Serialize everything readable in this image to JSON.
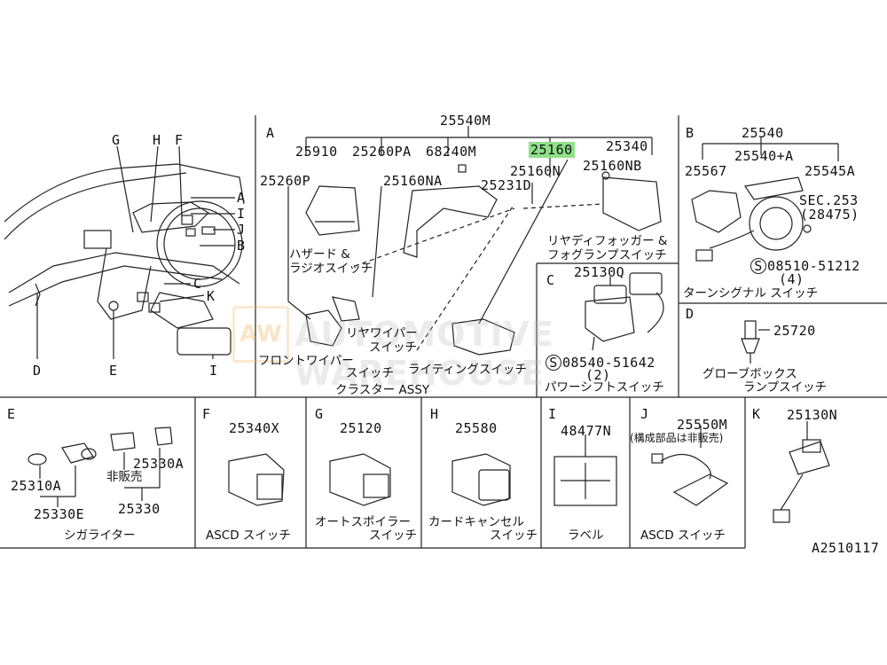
{
  "panels": {
    "main": {
      "side_labels": [
        "G",
        "H",
        "F",
        "A",
        "I",
        "J",
        "B",
        "C",
        "K",
        "D",
        "E",
        "I"
      ]
    },
    "A": {
      "letter": "A",
      "parts": {
        "p25540M": "25540M",
        "p25910": "25910",
        "p25260PA": "25260PA",
        "p68240M": "68240M",
        "p25160": "25160",
        "p25340": "25340",
        "p25260P": "25260P",
        "p25160NA": "25160NA",
        "p25231D": "25231D",
        "p25160N": "25160N",
        "p25160NB": "25160NB"
      },
      "names": {
        "hazard1": "ハザード &",
        "hazard2": "ラジオスイッチ",
        "rear_fog1": "リヤディフォッガー &",
        "rear_fog2": "フォグランプスイッチ",
        "rear_wiper1": "リヤワイパー",
        "rear_wiper2": "スイッチ",
        "front_wiper1": "フロントワイパー",
        "front_wiper2": "スイッチ",
        "lighting": "ライティングスイッチ",
        "cluster": "クラスター ASSY"
      }
    },
    "B": {
      "letter": "B",
      "parts": {
        "p25540": "25540",
        "p25540A": "25540+A",
        "p25567": "25567",
        "p25545A": "25545A",
        "sec": "SEC.253",
        "sec_ref": "(28475)",
        "screw_s": "S",
        "screw": "08510-51212",
        "screw_qty": "(4)"
      },
      "name": "ターンシグナル スイッチ"
    },
    "C": {
      "letter": "C",
      "parts": {
        "p25130Q": "25130Q",
        "screw_s": "S",
        "screw": "08540-51642",
        "screw_qty": "(2)"
      },
      "name": "パワーシフトスイッチ"
    },
    "D": {
      "letter": "D",
      "parts": {
        "p25720": "25720"
      },
      "name1": "グローブボックス",
      "name2": "ランプスイッチ"
    },
    "E": {
      "letter": "E",
      "parts": {
        "p25310A": "25310A",
        "p25330E": "25330E",
        "p25330A": "25330A",
        "p25330": "25330"
      },
      "not_sold": "非販売",
      "name": "シガライター"
    },
    "F": {
      "letter": "F",
      "part": "25340X",
      "name": "ASCD スイッチ"
    },
    "G": {
      "letter": "G",
      "part": "25120",
      "name1": "オートスポイラー",
      "name2": "スイッチ"
    },
    "H": {
      "letter": "H",
      "part": "25580",
      "name1": "カードキャンセル",
      "name2": "スイッチ"
    },
    "I": {
      "letter": "I",
      "part": "48477N",
      "name": "ラベル"
    },
    "J": {
      "letter": "J",
      "part": "25550M",
      "note": "(構成部品は非販売)",
      "name": "ASCD スイッチ"
    },
    "K": {
      "letter": "K",
      "part": "25130N"
    },
    "diagram_id": "A2510117"
  },
  "highlight_color": "#8fe08a",
  "watermark": {
    "badge": "AW",
    "text": "AUTOMOTIVE WAREHOUSE"
  }
}
